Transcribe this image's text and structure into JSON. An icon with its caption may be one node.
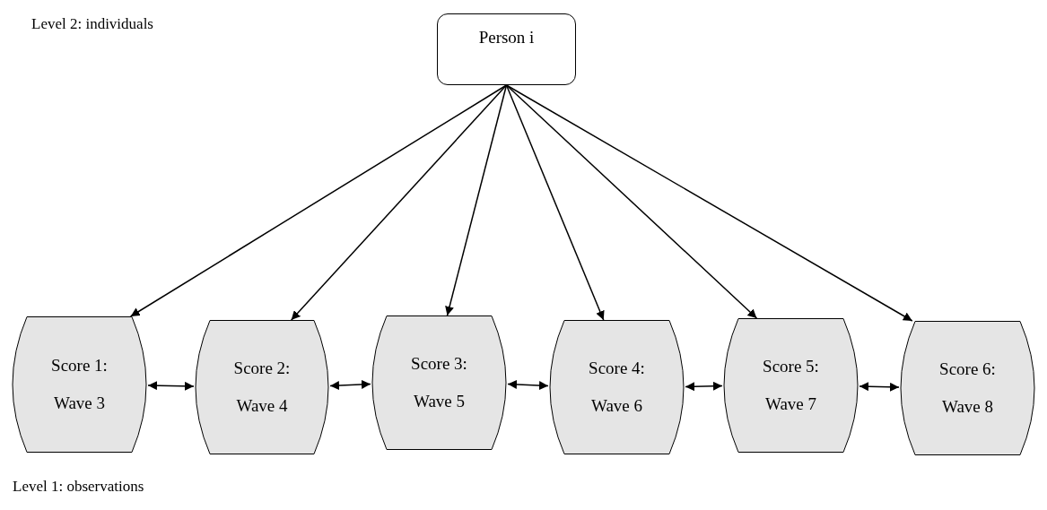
{
  "diagram": {
    "nodes": [
      {
        "text": [
          "Person i"
        ]
      },
      {
        "text": [
          "Score 1:",
          "Wave 3"
        ]
      },
      {
        "text": [
          "Score 2:",
          "Wave 4"
        ]
      },
      {
        "text": [
          "Score 3:",
          "Wave 5"
        ]
      },
      {
        "text": [
          "Score 4:",
          "Wave 6"
        ]
      },
      {
        "text": [
          "Score 5:",
          "Wave 7"
        ]
      },
      {
        "text": [
          "Score 6:",
          "Wave 8"
        ]
      }
    ],
    "edges": [
      {
        "from": 0,
        "to": 1,
        "arrow": "to"
      },
      {
        "from": 0,
        "to": 2,
        "arrow": "to"
      },
      {
        "from": 0,
        "to": 3,
        "arrow": "to"
      },
      {
        "from": 0,
        "to": 4,
        "arrow": "to"
      },
      {
        "from": 0,
        "to": 5,
        "arrow": "to"
      },
      {
        "from": 0,
        "to": 6,
        "arrow": "to"
      },
      {
        "from": 1,
        "to": 2,
        "arrow": "both"
      },
      {
        "from": 2,
        "to": 3,
        "arrow": "both"
      },
      {
        "from": 3,
        "to": 4,
        "arrow": "both"
      },
      {
        "from": 4,
        "to": 5,
        "arrow": "both"
      },
      {
        "from": 5,
        "to": 6,
        "arrow": "both"
      }
    ],
    "labels": [
      "Level 2: individuals",
      "Level 1: observations"
    ]
  }
}
